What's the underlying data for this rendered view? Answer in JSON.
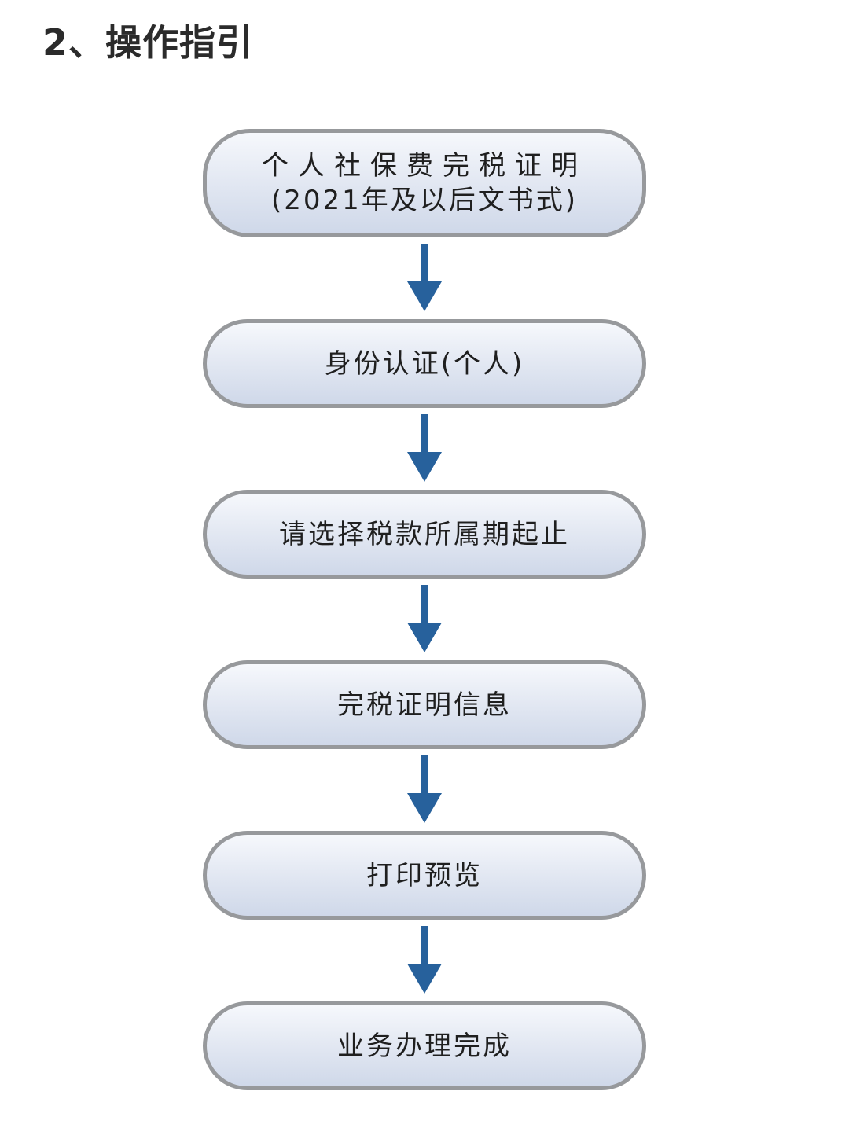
{
  "title": "2、操作指引",
  "colors": {
    "arrow": "#27619c",
    "box_border": "#97999c",
    "box_fill_top": "#f6f8fc",
    "box_fill_bottom": "#cfd8e9",
    "title_text": "#2b2b2b"
  },
  "steps": [
    {
      "line1": "个人社保费完税证明",
      "line2": "(2021年及以后文书式)"
    },
    {
      "line1": "身份认证(个人)"
    },
    {
      "line1": "请选择税款所属期起止"
    },
    {
      "line1": "完税证明信息"
    },
    {
      "line1": "打印预览"
    },
    {
      "line1": "业务办理完成"
    }
  ]
}
